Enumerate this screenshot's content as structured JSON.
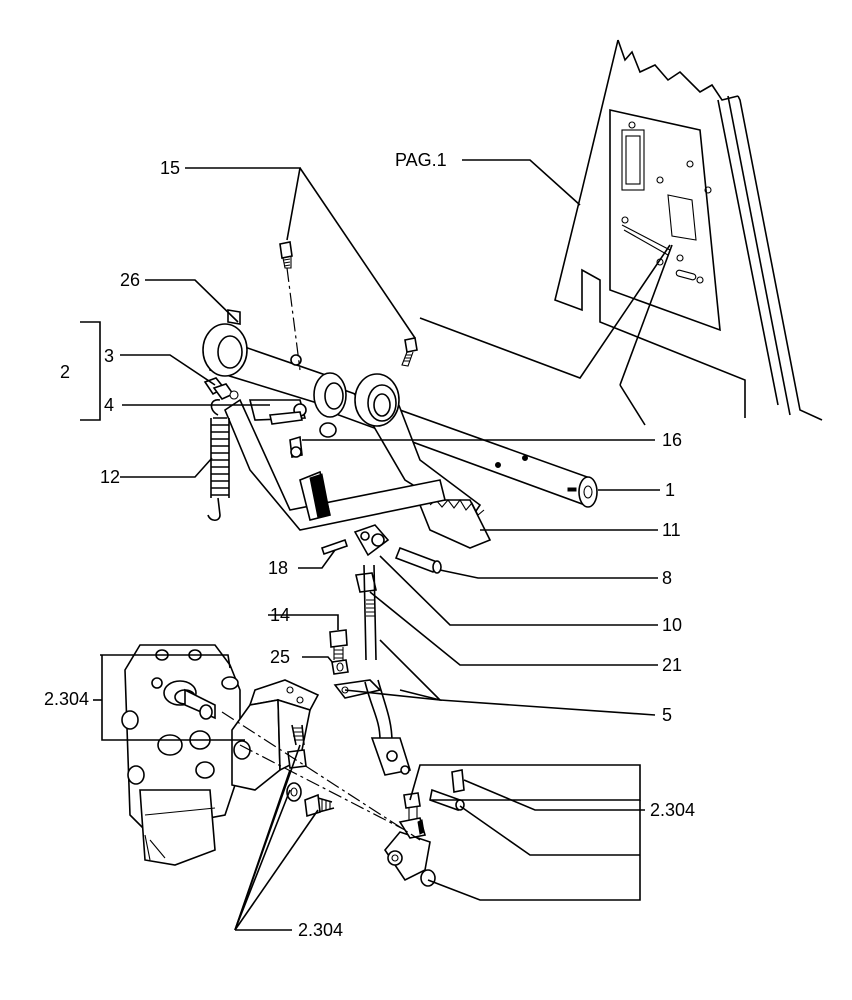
{
  "labels": {
    "l15": "15",
    "l26": "26",
    "l2": "2",
    "l3": "3",
    "l4": "4",
    "l12": "12",
    "l16": "16",
    "l1": "1",
    "l11": "11",
    "l18": "18",
    "l8": "8",
    "l14": "14",
    "l10": "10",
    "l25": "25",
    "l21": "21",
    "l2304_left": "2.304",
    "l5": "5",
    "l2304_right": "2.304",
    "l2304_bottom": "2.304",
    "lpag": "PAG.1"
  }
}
